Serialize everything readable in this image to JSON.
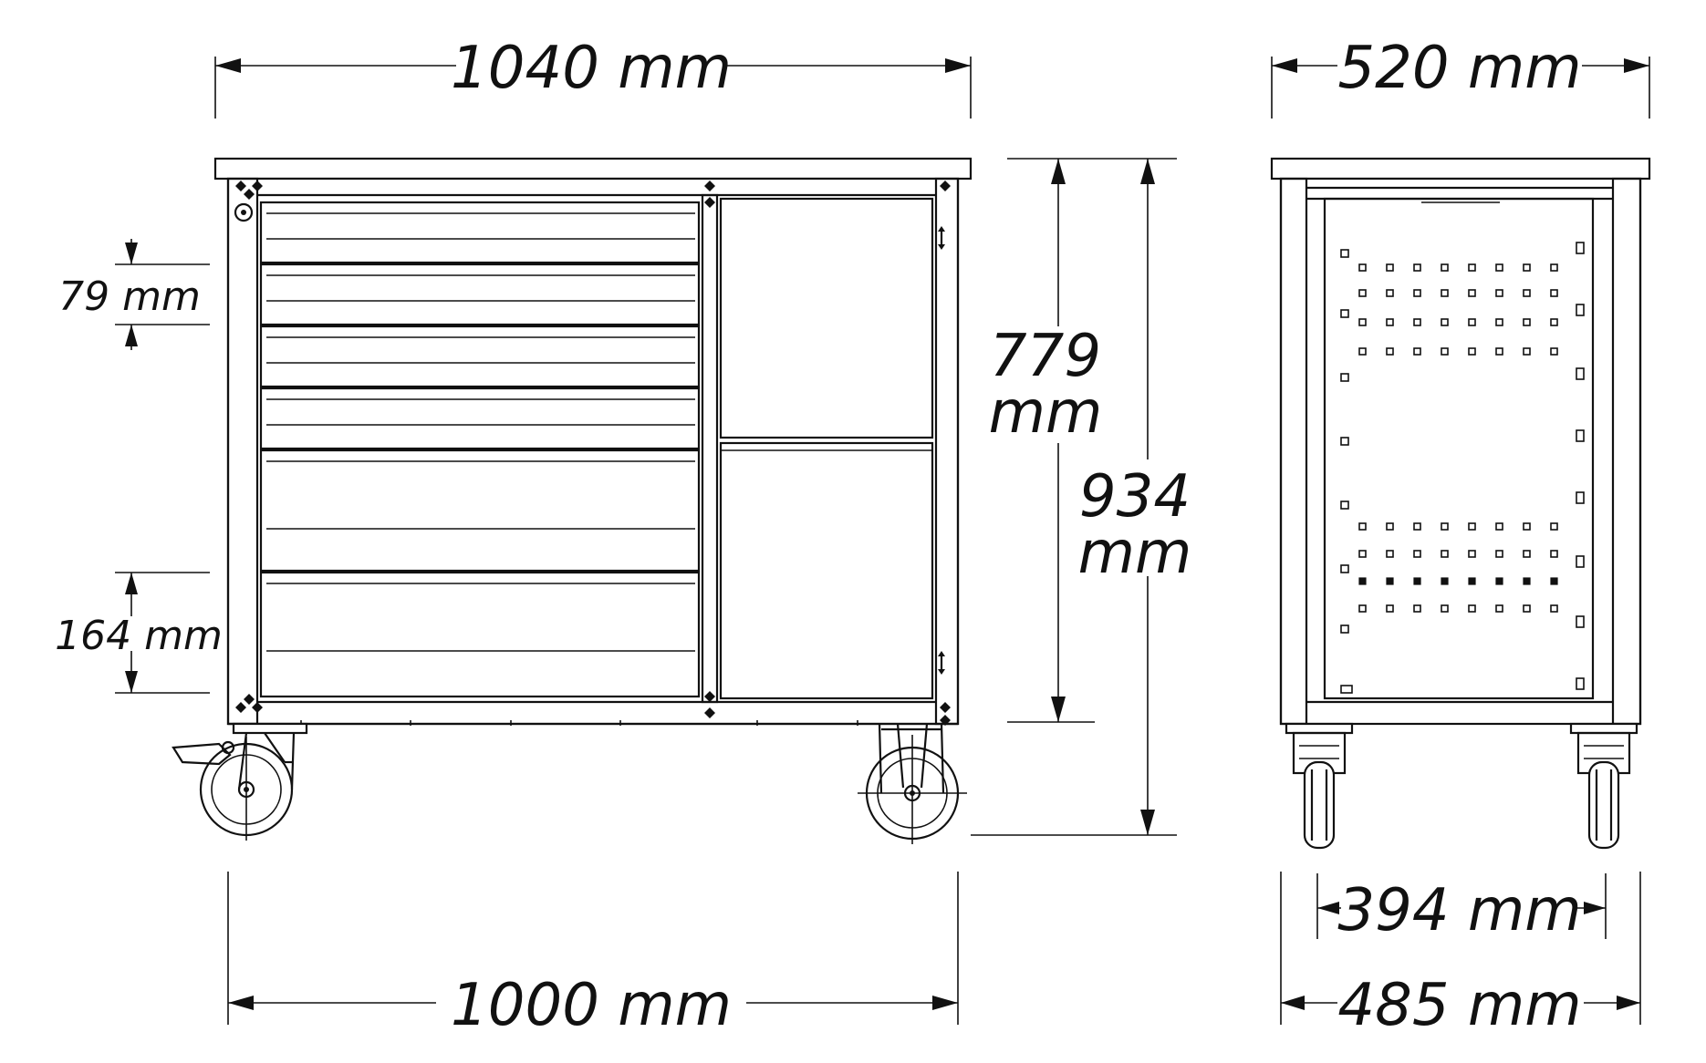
{
  "dimensions": {
    "top_width": "1040 mm",
    "side_top_depth": "520 mm",
    "drawer_small_height": "79 mm",
    "drawer_large_height": "164 mm",
    "cabinet_height": "779",
    "cabinet_height_unit": "mm",
    "total_height": "934",
    "total_height_unit": "mm",
    "base_width": "1000 mm",
    "side_inner_depth": "394 mm",
    "side_base_depth": "485 mm"
  }
}
